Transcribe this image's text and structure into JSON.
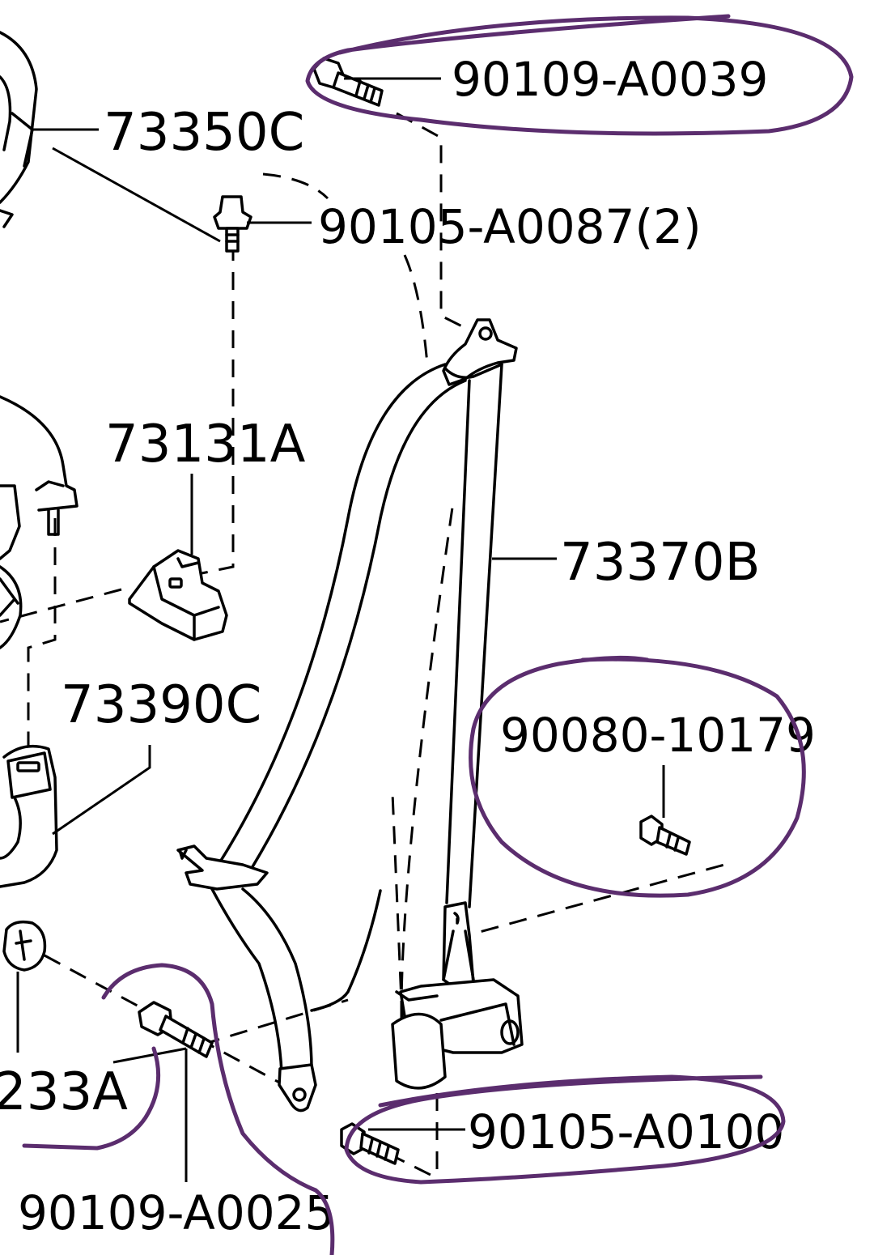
{
  "diagram": {
    "labels": {
      "seatbelt_guide_upper": "73350C",
      "anchor_bolt_top": "90109-A0039",
      "cover_bolt": "90105-A0087(2)",
      "bracket": "73131A",
      "shoulder_belt_assembly": "73370B",
      "buckle_assembly": "73390C",
      "retractor_screw": "90080-10179",
      "floor_anchor_partial": "233A",
      "retractor_bolt": "90105-A0100",
      "floor_anchor_bolt": "90109-A0025"
    },
    "annotation": {
      "color": "#5b2d6e",
      "circled_labels": [
        "90109-A0039",
        "90080-10179",
        "90105-A0100",
        "90109-A0025"
      ]
    }
  }
}
